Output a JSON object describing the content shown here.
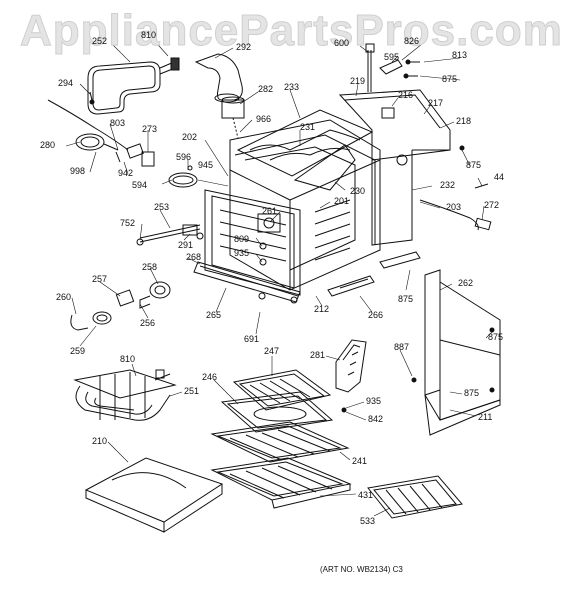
{
  "watermark": "AppliancePartsPros.com",
  "art_number": "(ART NO. WB2134) C3",
  "callouts": {
    "c252": "252",
    "c810a": "810",
    "c292": "292",
    "c600": "600",
    "c595": "595",
    "c826": "826",
    "c813": "813",
    "c875a": "875",
    "c294": "294",
    "c233": "233",
    "c219": "219",
    "c216": "216",
    "c217": "217",
    "c218": "218",
    "c282": "282",
    "c966": "966",
    "c231": "231",
    "c803": "803",
    "c273": "273",
    "c280": "280",
    "c202": "202",
    "c945": "945",
    "c875b": "875",
    "c596": "596",
    "c942": "942",
    "c998": "998",
    "c594": "594",
    "c230": "230",
    "c232": "232",
    "c201": "201",
    "c44": "44",
    "c203": "203",
    "c272": "272",
    "c253": "253",
    "c261": "261",
    "c752": "752",
    "c291": "291",
    "c809": "809",
    "c935a": "935",
    "c268": "268",
    "c258": "258",
    "c257": "257",
    "c260": "260",
    "c262": "262",
    "c875c": "875",
    "c212": "212",
    "c266": "266",
    "c265": "265",
    "c256": "256",
    "c691": "691",
    "c259": "259",
    "c875d": "875",
    "c247": "247",
    "c281": "281",
    "c887": "887",
    "c810b": "810",
    "c875e": "875",
    "c251": "251",
    "c246": "246",
    "c935b": "935",
    "c842": "842",
    "c211": "211",
    "c210": "210",
    "c241": "241",
    "c431": "431",
    "c533": "533"
  }
}
